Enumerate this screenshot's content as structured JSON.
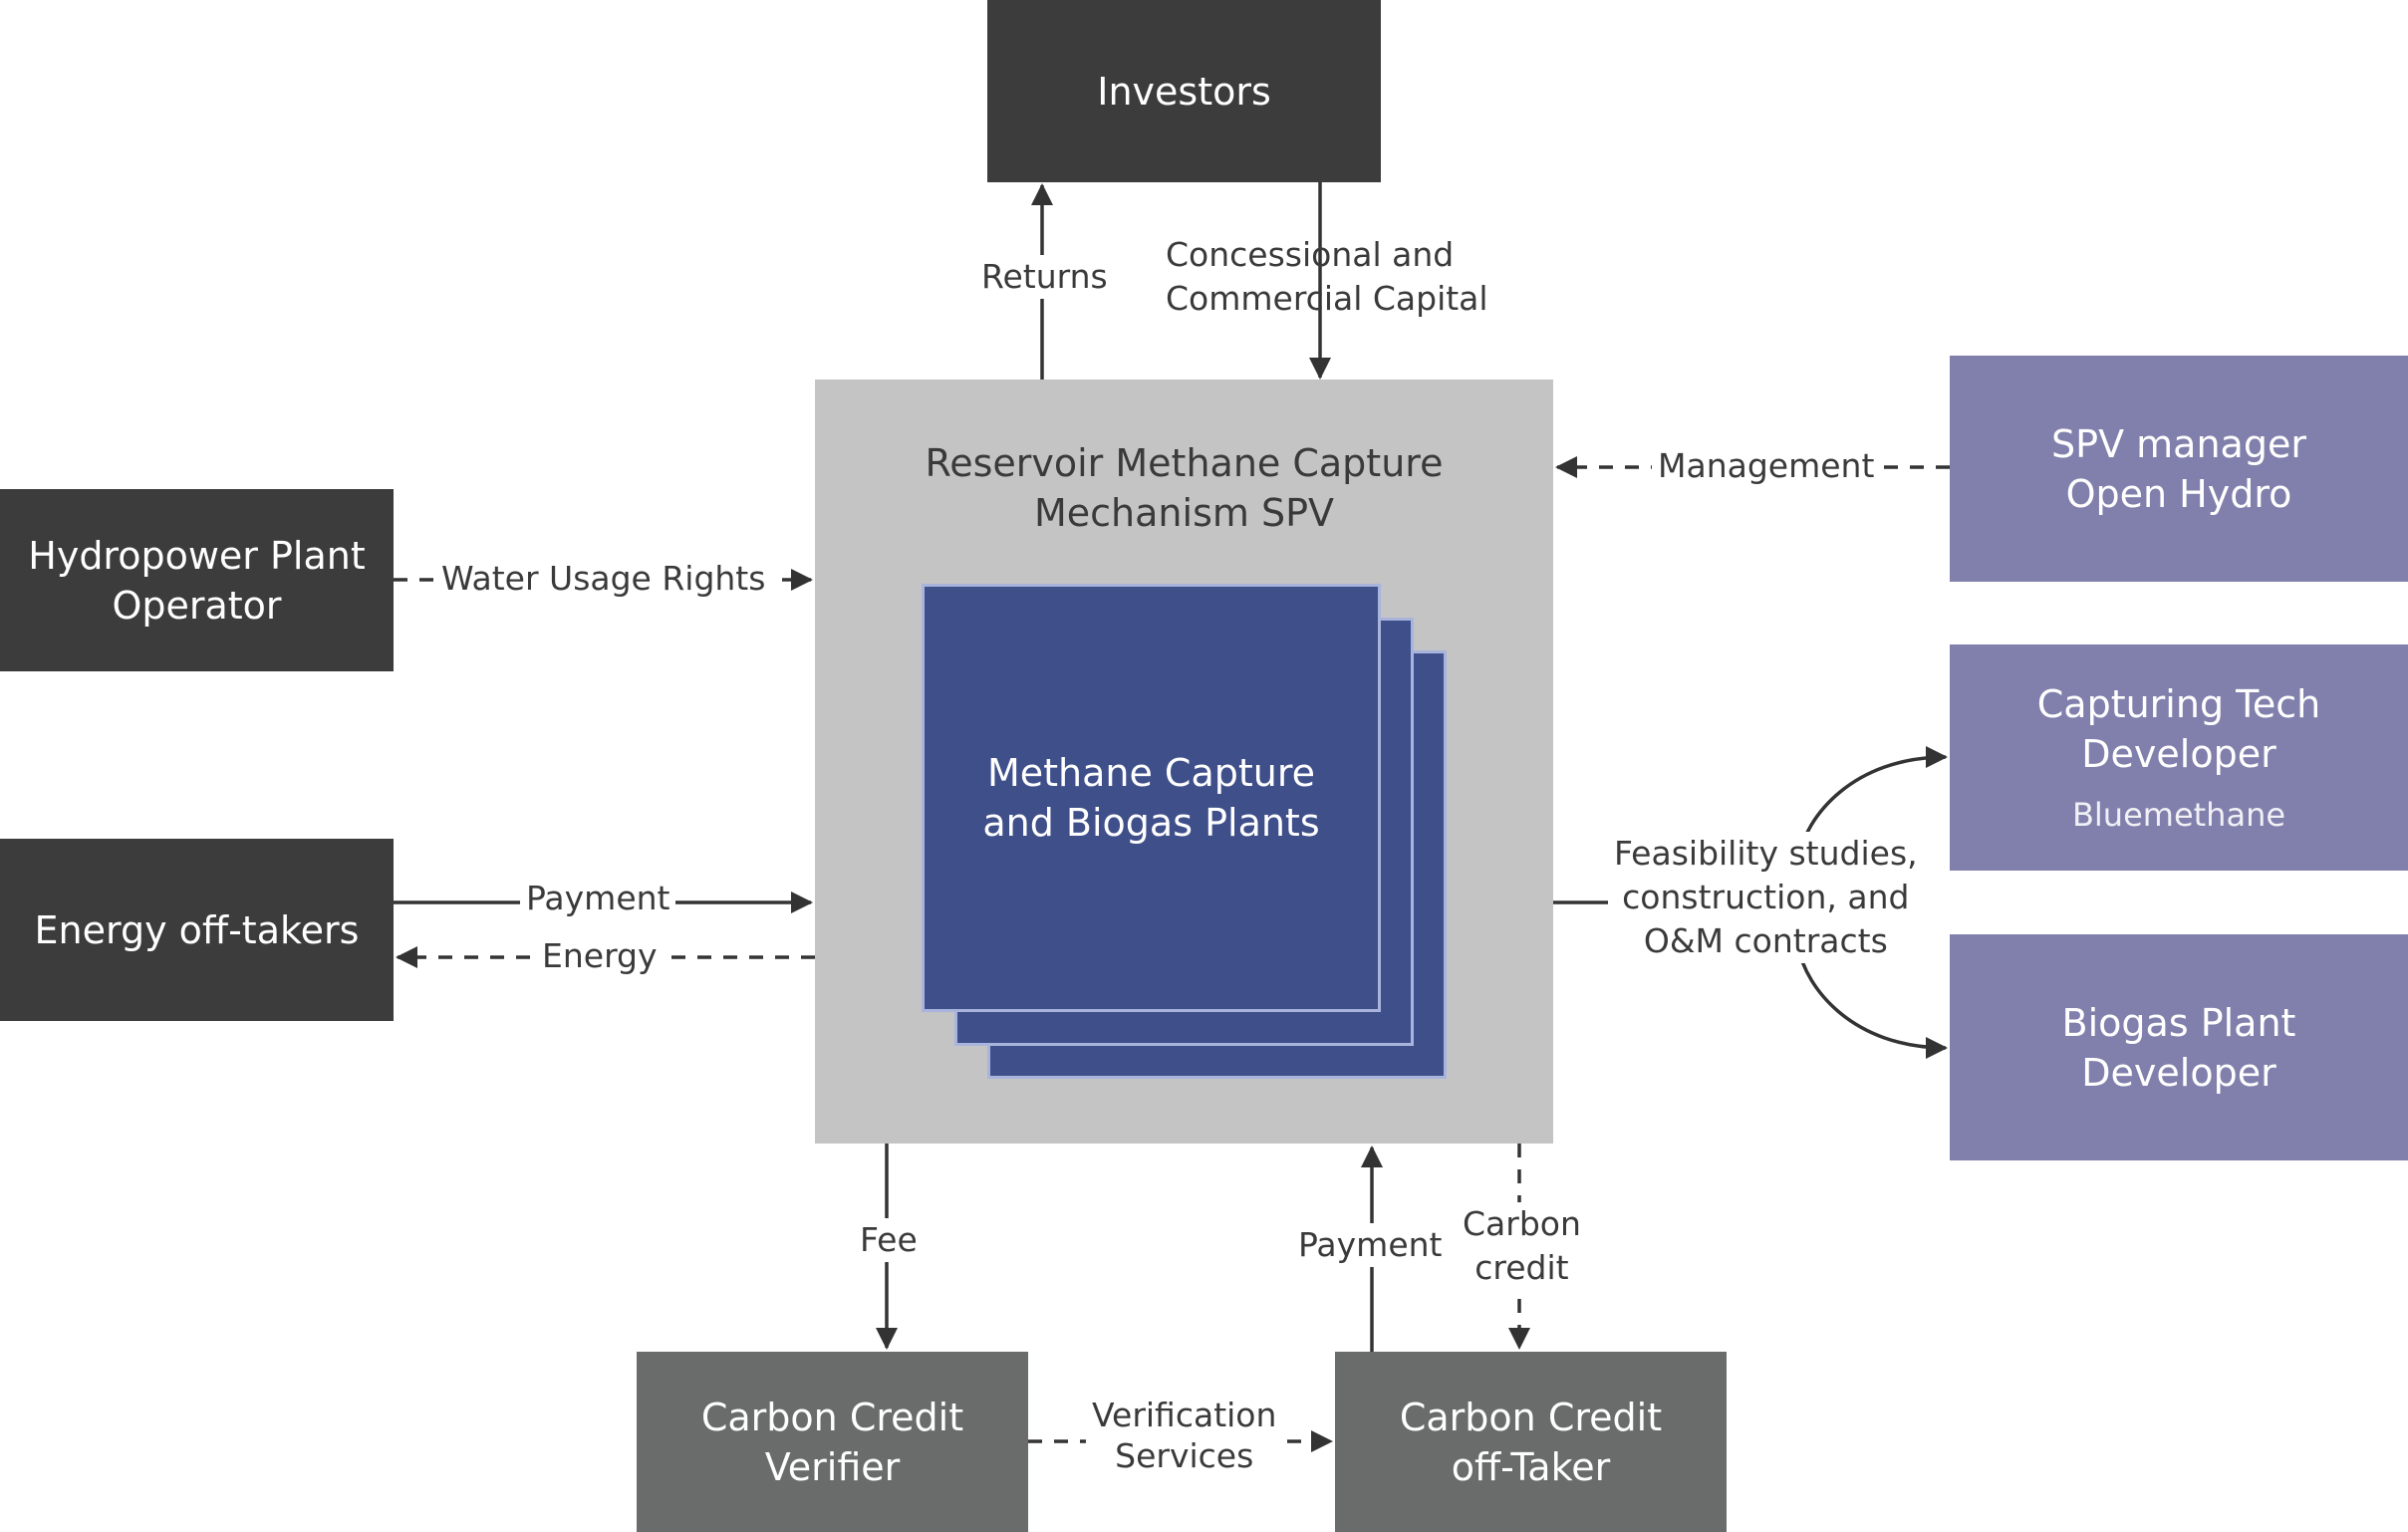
{
  "nodes": {
    "investors": "Investors",
    "hydropower": "Hydropower Plant\nOperator",
    "energy_offtakers": "Energy off-takers",
    "spv": "Reservoir Methane Capture\nMechanism SPV",
    "plants": "Methane Capture\nand Biogas Plants",
    "spv_manager": "SPV manager\nOpen Hydro",
    "capturing_tech": "Capturing Tech\nDeveloper",
    "capturing_tech_sub": "Bluemethane",
    "biogas_dev": "Biogas Plant\nDeveloper",
    "verifier": "Carbon Credit\nVerifier",
    "offtaker": "Carbon Credit\noff-Taker"
  },
  "labels": {
    "returns": "Returns",
    "capital": "Concessional and\nCommercial Capital",
    "water": "Water Usage Rights",
    "management": "Management",
    "payment_energy": "Payment",
    "energy": "Energy",
    "contracts": "Feasibility studies,\nconstruction, and\nO&M contracts",
    "fee": "Fee",
    "payment_credit": "Payment",
    "carbon_credit": "Carbon\ncredit",
    "verification": "Verification\nServices"
  },
  "colors": {
    "dark_box": "#3c3c3c",
    "gray_box": "#6a6b6b",
    "purple_box": "#8180ad",
    "spv_box": "#c4c4c4",
    "plant_box": "#3f4f8a",
    "line": "#333333"
  }
}
